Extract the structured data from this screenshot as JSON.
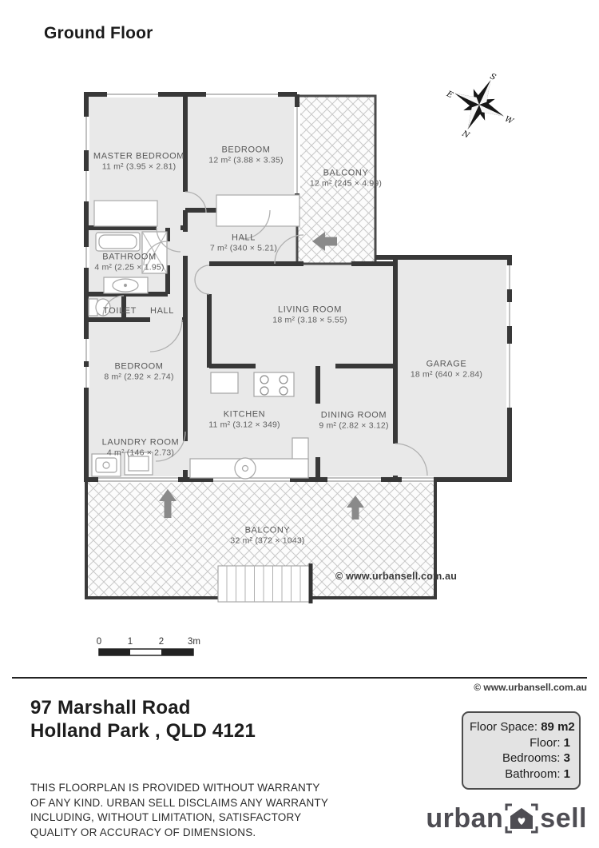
{
  "title": "Ground Floor",
  "floorplan": {
    "rooms": {
      "master_bedroom": {
        "name": "MASTER BEDROOM",
        "dims": "11 m² (3.95 × 2.81)"
      },
      "bedroom_top": {
        "name": "BEDROOM",
        "dims": "12 m² (3.88 × 3.35)"
      },
      "balcony_top": {
        "name": "BALCONY",
        "dims": "12 m² (245 × 4.99)"
      },
      "hall_upper": {
        "name": "HALL",
        "dims": "7 m² (340 × 5.21)"
      },
      "bathroom": {
        "name": "BATHROOM",
        "dims": "4 m² (2.25 × 1.95)"
      },
      "toilet": {
        "name": "TOILET"
      },
      "hall_lower": {
        "name": "HALL"
      },
      "living_room": {
        "name": "LIVING ROOM",
        "dims": "18 m² (3.18 × 5.55)"
      },
      "garage": {
        "name": "GARAGE",
        "dims": "18 m² (640 × 2.84)"
      },
      "bedroom_lower": {
        "name": "BEDROOM",
        "dims": "8 m² (2.92 × 2.74)"
      },
      "kitchen": {
        "name": "KITCHEN",
        "dims": "11 m² (3.12 × 349)"
      },
      "dining_room": {
        "name": "DINING ROOM",
        "dims": "9 m² (2.82 × 3.12)"
      },
      "laundry_room": {
        "name": "LAUNDRY ROOM",
        "dims": "4 m² (146 × 2.73)"
      },
      "balcony_bottom": {
        "name": "BALCONY",
        "dims": "32 m² (372 × 1043)"
      }
    },
    "watermark": "© www.urbansell.com.au",
    "compass": {
      "n": "N",
      "s": "S",
      "e": "E",
      "w": "W"
    },
    "scale": {
      "t0": "0",
      "t1": "1",
      "t2": "2",
      "t3": "3m"
    }
  },
  "footer": {
    "copyright": "© www.urbansell.com.au",
    "address_line1": "97 Marshall Road",
    "address_line2": "Holland Park , QLD 4121",
    "info_box": {
      "rows": [
        {
          "label": "Floor Space:",
          "value": "89 m2"
        },
        {
          "label": "Floor:",
          "value": "1"
        },
        {
          "label": "Bedrooms:",
          "value": "3"
        },
        {
          "label": "Bathroom:",
          "value": "1"
        }
      ]
    },
    "disclaimer": "THIS FLOORPLAN IS PROVIDED WITHOUT WARRANTY\nOF ANY KIND. URBAN SELL DISCLAIMS ANY WARRANTY\nINCLUDING, WITHOUT LIMITATION, SATISFACTORY\nQUALITY OR ACCURACY OF DIMENSIONS.",
    "logo": {
      "word1": "urban",
      "word2": "sell"
    }
  },
  "colors": {
    "wall": "#383838",
    "room_fill": "#e9e9e9",
    "arrow_gray": "#8a8a8a"
  }
}
